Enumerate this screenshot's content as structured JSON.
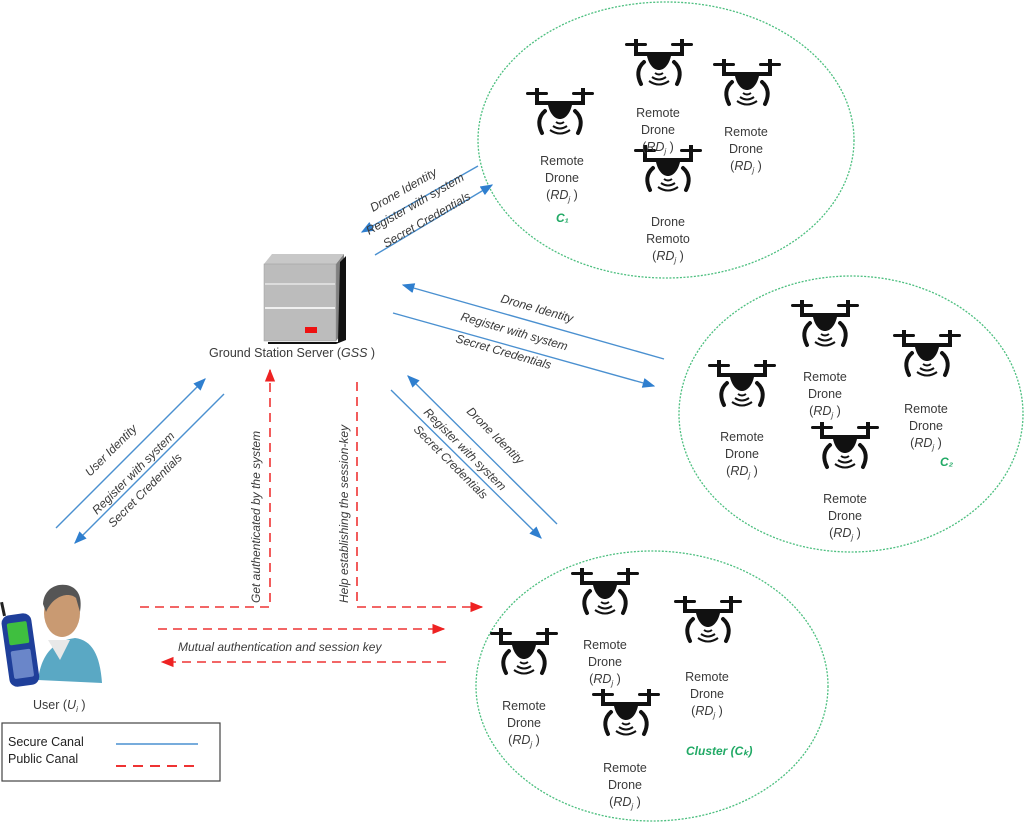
{
  "server": {
    "label": "Ground Station Server (",
    "label_abbr": "GSS",
    "label_end": " )"
  },
  "user": {
    "label": "User (",
    "label_abbr": "U",
    "label_sub": "i",
    "label_end": " )"
  },
  "drone_text": {
    "line1": "Remote",
    "line2": "Drone",
    "abbr": "RD",
    "sub": "j",
    "alt_line1": "Drone",
    "alt_line2": "Remoto"
  },
  "clusters": [
    {
      "name": "C1",
      "label": "C₁",
      "drones": 4,
      "odd_label_index": 3
    },
    {
      "name": "C2",
      "label": "C₂",
      "drones": 4
    },
    {
      "name": "Ck",
      "label": "Cluster (Cₖ)",
      "drones": 4
    }
  ],
  "channels": {
    "drone": [
      "Drone Identity",
      "Register with system",
      "Secret Credentials"
    ],
    "user": [
      "User Identity",
      "Register with system",
      "Secret Credentials"
    ],
    "get_auth": "Get authenticated by the system",
    "help_session": "Help establishing the session-key",
    "mutual": "Mutual authentication and session key"
  },
  "legend": {
    "secure": "Secure Canal",
    "public": "Public Canal"
  },
  "colors": {
    "secure": "#4a90d0",
    "public": "#ee3333",
    "cluster": "#4cbf7f"
  }
}
